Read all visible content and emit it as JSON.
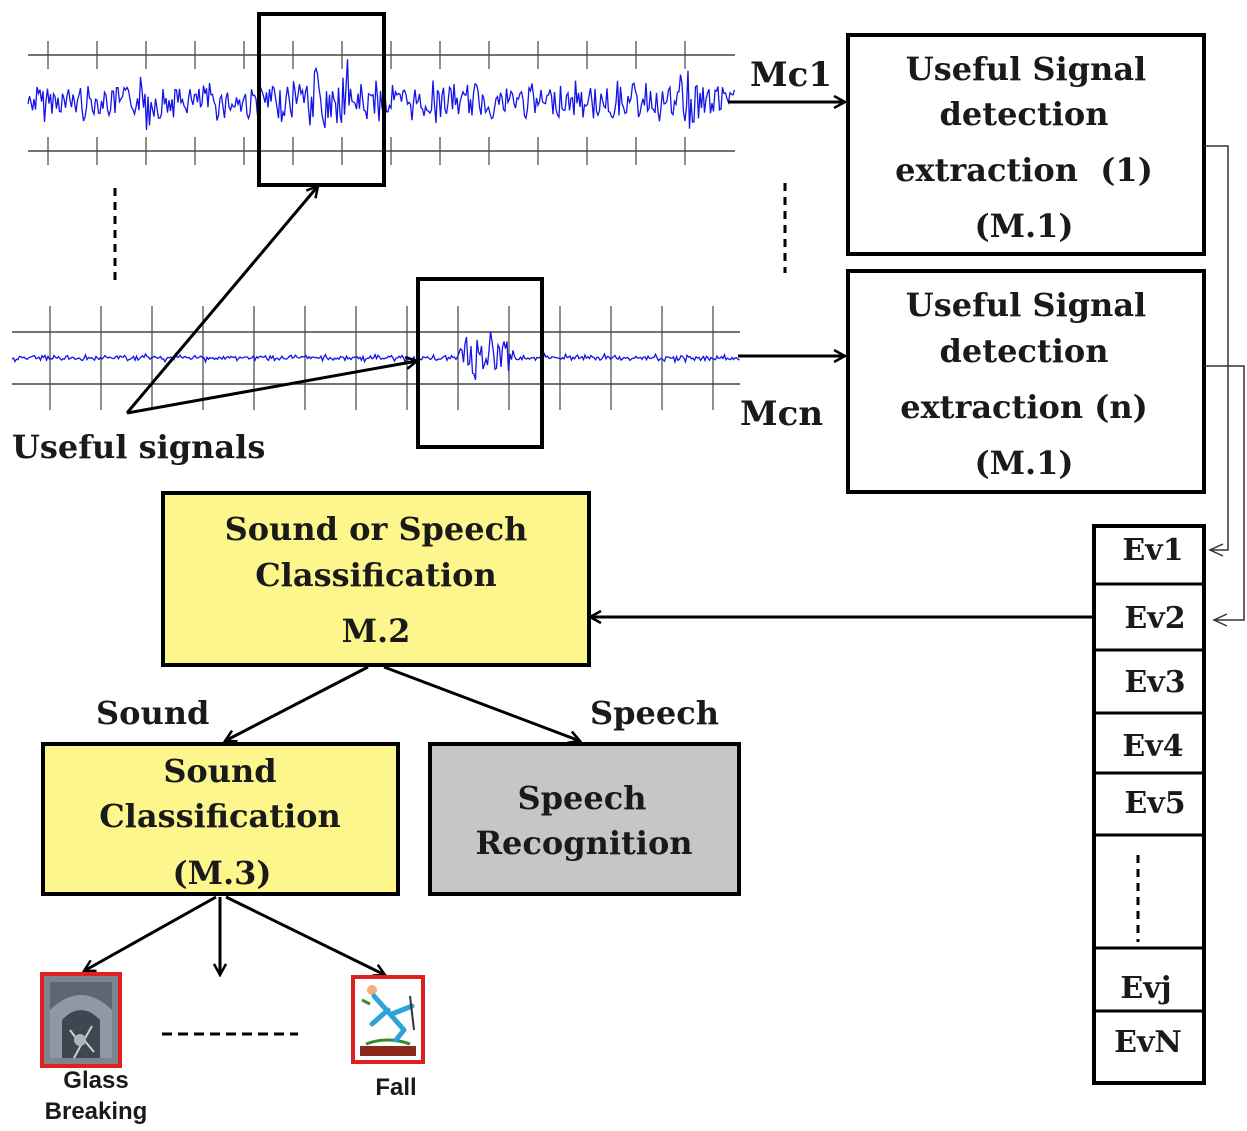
{
  "channels": {
    "mc1": "Mc1",
    "mcn": "Mcn"
  },
  "useful_signals_label": "Useful signals",
  "detection_box_1": {
    "line1": "Useful Signal",
    "line2": "detection",
    "line3": "extraction  (1)",
    "line4": "(M.1)"
  },
  "detection_box_n": {
    "line1": "Useful Signal",
    "line2": "detection",
    "line3": "extraction (n)",
    "line4": "(M.1)"
  },
  "classification_box": {
    "line1": "Sound or Speech",
    "line2": "Classification",
    "line3": "M.2",
    "fill": "#fcf68c"
  },
  "branch_labels": {
    "sound": "Sound",
    "speech": "Speech"
  },
  "sound_classification_box": {
    "line1": "Sound",
    "line2": "Classification",
    "line3": "(M.3)",
    "fill": "#fcf68c"
  },
  "speech_recognition_box": {
    "line1": "Speech",
    "line2": "Recognition",
    "fill": "#c6c6c6"
  },
  "event_queue": [
    "Ev1",
    "Ev2",
    "Ev3",
    "Ev4",
    "Ev5",
    "Evj",
    "EvN"
  ],
  "outcomes": {
    "glass_line1": "Glass",
    "glass_line2": "Breaking",
    "fall": "Fall"
  },
  "colors": {
    "signal": "#1414e6",
    "icon_border": "#e02020"
  }
}
